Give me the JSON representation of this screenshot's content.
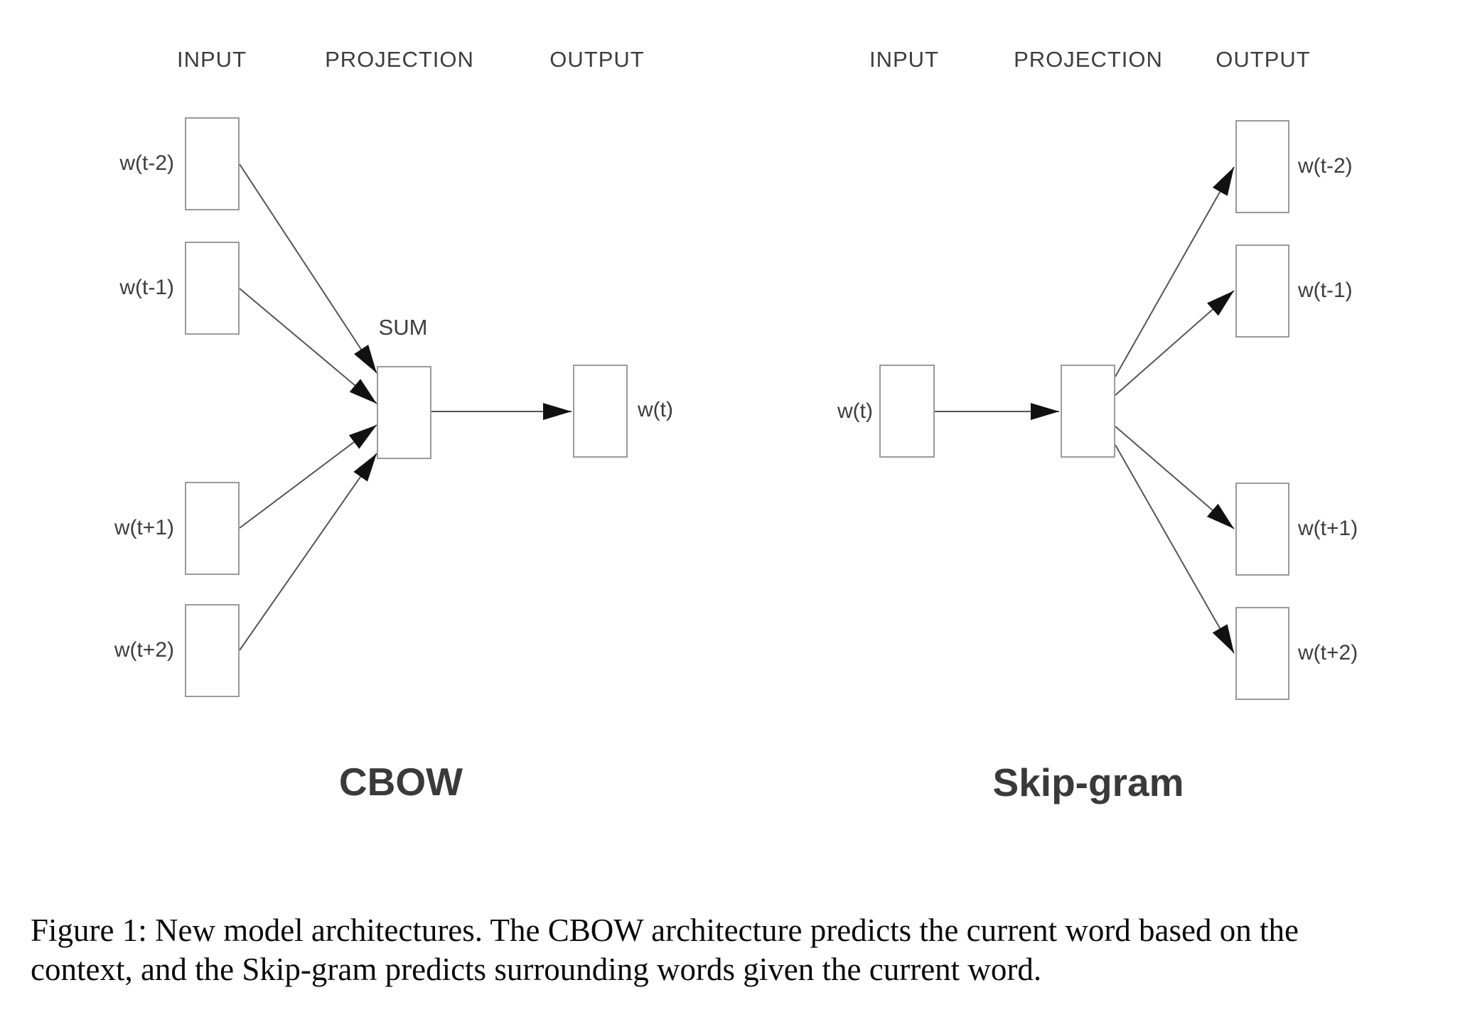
{
  "diagram": {
    "cbow": {
      "headers": [
        "INPUT",
        "PROJECTION",
        "OUTPUT"
      ],
      "inputs": [
        "w(t-2)",
        "w(t-1)",
        "w(t+1)",
        "w(t+2)"
      ],
      "sum_label": "SUM",
      "output": "w(t)",
      "name": "CBOW"
    },
    "skipgram": {
      "headers": [
        "INPUT",
        "PROJECTION",
        "OUTPUT"
      ],
      "input": "w(t)",
      "outputs": [
        "w(t-2)",
        "w(t-1)",
        "w(t+1)",
        "w(t+2)"
      ],
      "name": "Skip-gram"
    }
  },
  "caption": {
    "lines": [
      "Figure 1: New model architectures. The CBOW architecture predicts the current word based on the",
      "context, and the Skip-gram predicts surrounding words given the current word."
    ]
  },
  "colors": {
    "background": "#ffffff",
    "box_border": "#9a9a9a",
    "connector_line": "#555555",
    "arrowhead": "#111111",
    "label_text": "#3d3d3d",
    "caption_text": "#0a0a0a"
  }
}
